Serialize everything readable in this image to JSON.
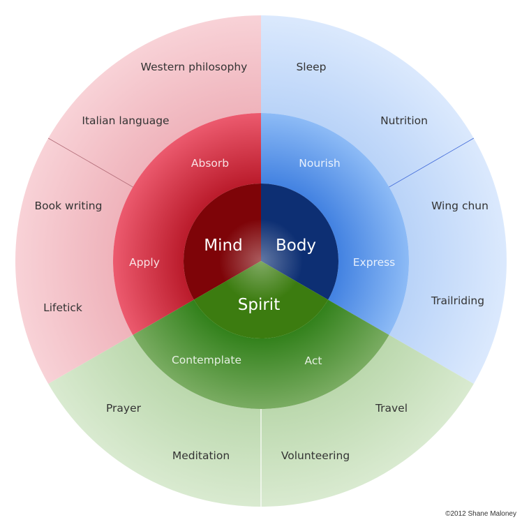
{
  "core": {
    "mind": "Mind",
    "body": "Body",
    "spirit": "Spirit"
  },
  "middle": {
    "absorb": "Absorb",
    "apply": "Apply",
    "nourish": "Nourish",
    "express": "Express",
    "contemplate": "Contemplate",
    "act": "Act"
  },
  "outer": {
    "western_philosophy": "Western philosophy",
    "italian_language": "Italian language",
    "book_writing": "Book writing",
    "lifetick": "Lifetick",
    "sleep": "Sleep",
    "nutrition": "Nutrition",
    "wing_chun": "Wing chun",
    "trailriding": "Trailriding",
    "prayer": "Prayer",
    "meditation": "Meditation",
    "travel": "Travel",
    "volunteering": "Volunteering"
  },
  "credit": "©2012 Shane Maloney",
  "colors": {
    "mind": "#c0142a",
    "body": "#1f5fcf",
    "spirit": "#2f8a10",
    "mind_outer": "#f4c5ca",
    "body_outer": "#cfe0fb",
    "spirit_outer": "#cfe3c5"
  }
}
